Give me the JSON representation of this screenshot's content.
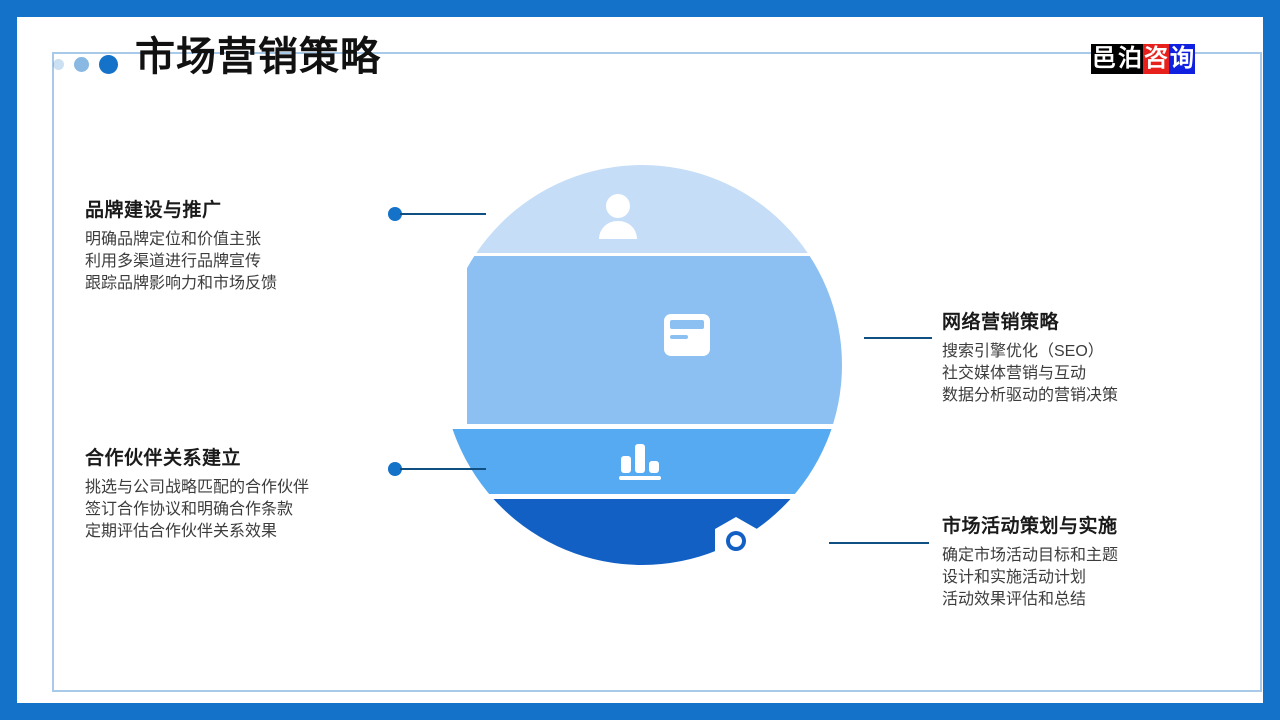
{
  "slide": {
    "title": "市场营销策略",
    "logo": {
      "part1": "邑",
      "part2": "泊",
      "part3": "咨",
      "part4": "询",
      "colors": {
        "part1_bg": "#000000",
        "part2_bg": "#000000",
        "part3_bg": "#e8201c",
        "part4_bg": "#1020e0"
      }
    },
    "theme": {
      "border": "#1472c8",
      "inner_frame": "#a8c9e8",
      "accent_dot": "#1472c8",
      "connector_line": "#0f4f82"
    }
  },
  "graphic": {
    "name": "layered-circle-funnel",
    "bands": [
      {
        "id": "band-1",
        "icon": "person-icon",
        "color": "#c5ddf7"
      },
      {
        "id": "band-2",
        "icon": "credit-card-icon",
        "color": "#8cc0f2"
      },
      {
        "id": "band-3",
        "icon": "bar-chart-icon",
        "color": "#55aaf2"
      },
      {
        "id": "band-4",
        "icon": "hex-nut-icon",
        "color": "#1260c4"
      }
    ]
  },
  "blocks": {
    "brand": {
      "heading": "品牌建设与推广",
      "line1": "明确品牌定位和价值主张",
      "line2": "利用多渠道进行品牌宣传",
      "line3": "跟踪品牌影响力和市场反馈"
    },
    "online": {
      "heading": "网络营销策略",
      "line1": "搜索引擎优化（SEO）",
      "line2": "社交媒体营销与互动",
      "line3": "数据分析驱动的营销决策"
    },
    "partner": {
      "heading": "合作伙伴关系建立",
      "line1": "挑选与公司战略匹配的合作伙伴",
      "line2": "签订合作协议和明确合作条款",
      "line3": "定期评估合作伙伴关系效果"
    },
    "event": {
      "heading": "市场活动策划与实施",
      "line1": "确定市场活动目标和主题",
      "line2": "设计和实施活动计划",
      "line3": "活动效果评估和总结"
    }
  }
}
